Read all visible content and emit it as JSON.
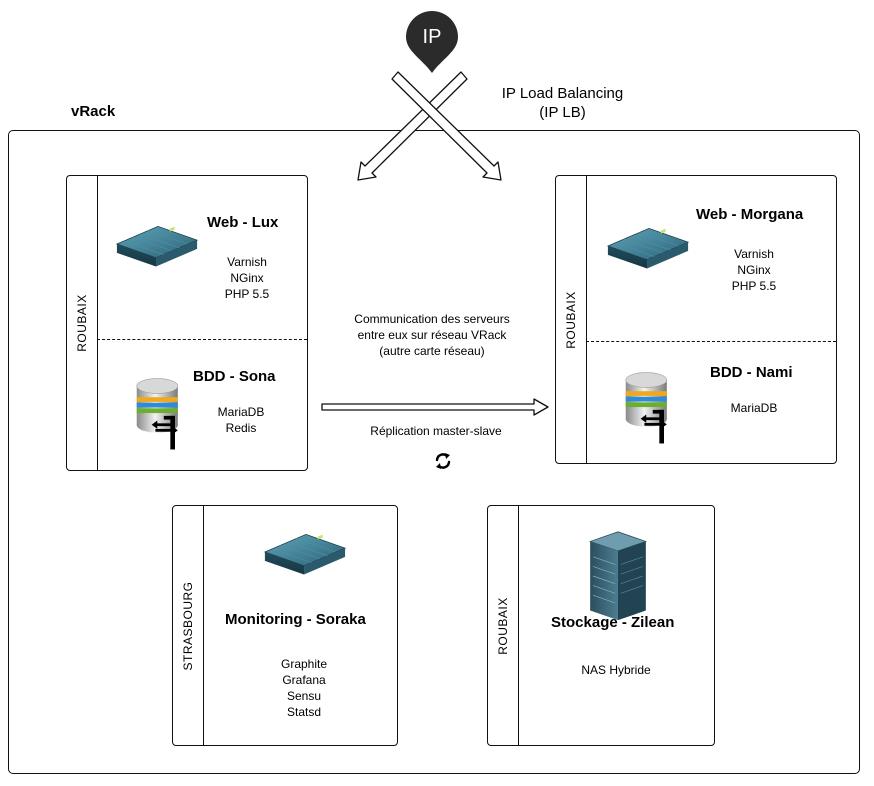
{
  "entry": {
    "marker_label": "IP",
    "lb_line1": "IP Load Balancing",
    "lb_line2": "(IP LB)"
  },
  "vrack": {
    "label": "vRack"
  },
  "left_group": {
    "location": "ROUBAIX",
    "web": {
      "title": "Web - Lux",
      "services": [
        "Varnish",
        "NGinx",
        "PHP 5.5"
      ]
    },
    "db": {
      "title": "BDD - Sona",
      "services": [
        "MariaDB",
        "Redis"
      ]
    }
  },
  "right_group": {
    "location": "ROUBAIX",
    "web": {
      "title": "Web - Morgana",
      "services": [
        "Varnish",
        "NGinx",
        "PHP 5.5"
      ]
    },
    "db": {
      "title": "BDD - Nami",
      "services": [
        "MariaDB"
      ]
    }
  },
  "communication": {
    "lines": [
      "Communication des serveurs",
      "entre eux sur réseau VRack",
      "(autre carte réseau)"
    ]
  },
  "replication": {
    "label": "Réplication master-slave"
  },
  "monitoring": {
    "location": "STRASBOURG",
    "title": "Monitoring - Soraka",
    "services": [
      "Graphite",
      "Grafana",
      "Sensu",
      "Statsd"
    ]
  },
  "storage": {
    "location": "ROUBAIX",
    "title": "Stockage - Zilean",
    "services": [
      "NAS Hybride"
    ]
  },
  "icons": {
    "ip": "map-pin-icon",
    "server": "rack-server-icon",
    "database": "database-icon",
    "storage": "storage-tower-icon",
    "sync": "sync-icon"
  },
  "colors": {
    "server": "#2f6478",
    "marker": "#2b2b2b"
  }
}
